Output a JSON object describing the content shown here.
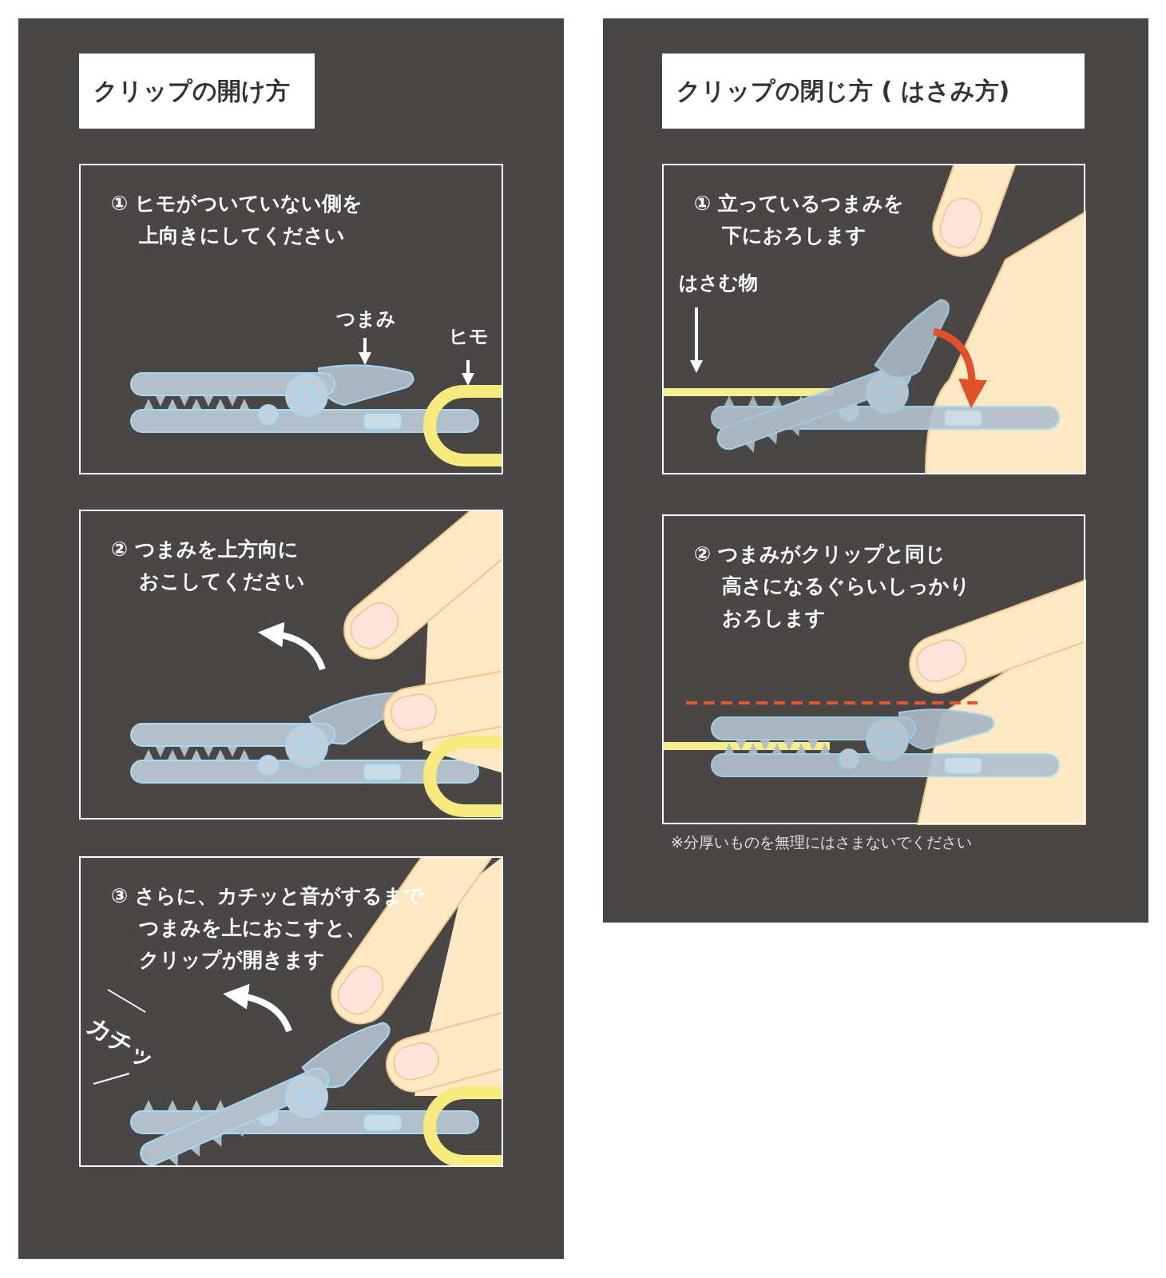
{
  "diagram": {
    "nodes": [
      {
        "text": [
          "クリップの開け方"
        ]
      },
      {
        "text": [
          "① ヒモがついていない側を 上向きにしてください"
        ]
      },
      {
        "text": [
          "② つまみを上方向に おこしてください"
        ]
      },
      {
        "text": [
          "③ さらに、カチッと音がするまで つまみを上におこすと、 クリップが開きます"
        ]
      },
      {
        "text": [
          "クリップの閉じ方 ( はさみ方)"
        ]
      },
      {
        "text": [
          "① 立っているつまみを 下におろします"
        ]
      },
      {
        "text": [
          "② つまみがクリップと同じ 高さになるぐらいしっかり おろします"
        ]
      }
    ],
    "labels": [
      "つまみ",
      "ヒモ",
      "カチッ",
      "はさむ物",
      "※分厚いものを無理にはさまないでください"
    ]
  }
}
